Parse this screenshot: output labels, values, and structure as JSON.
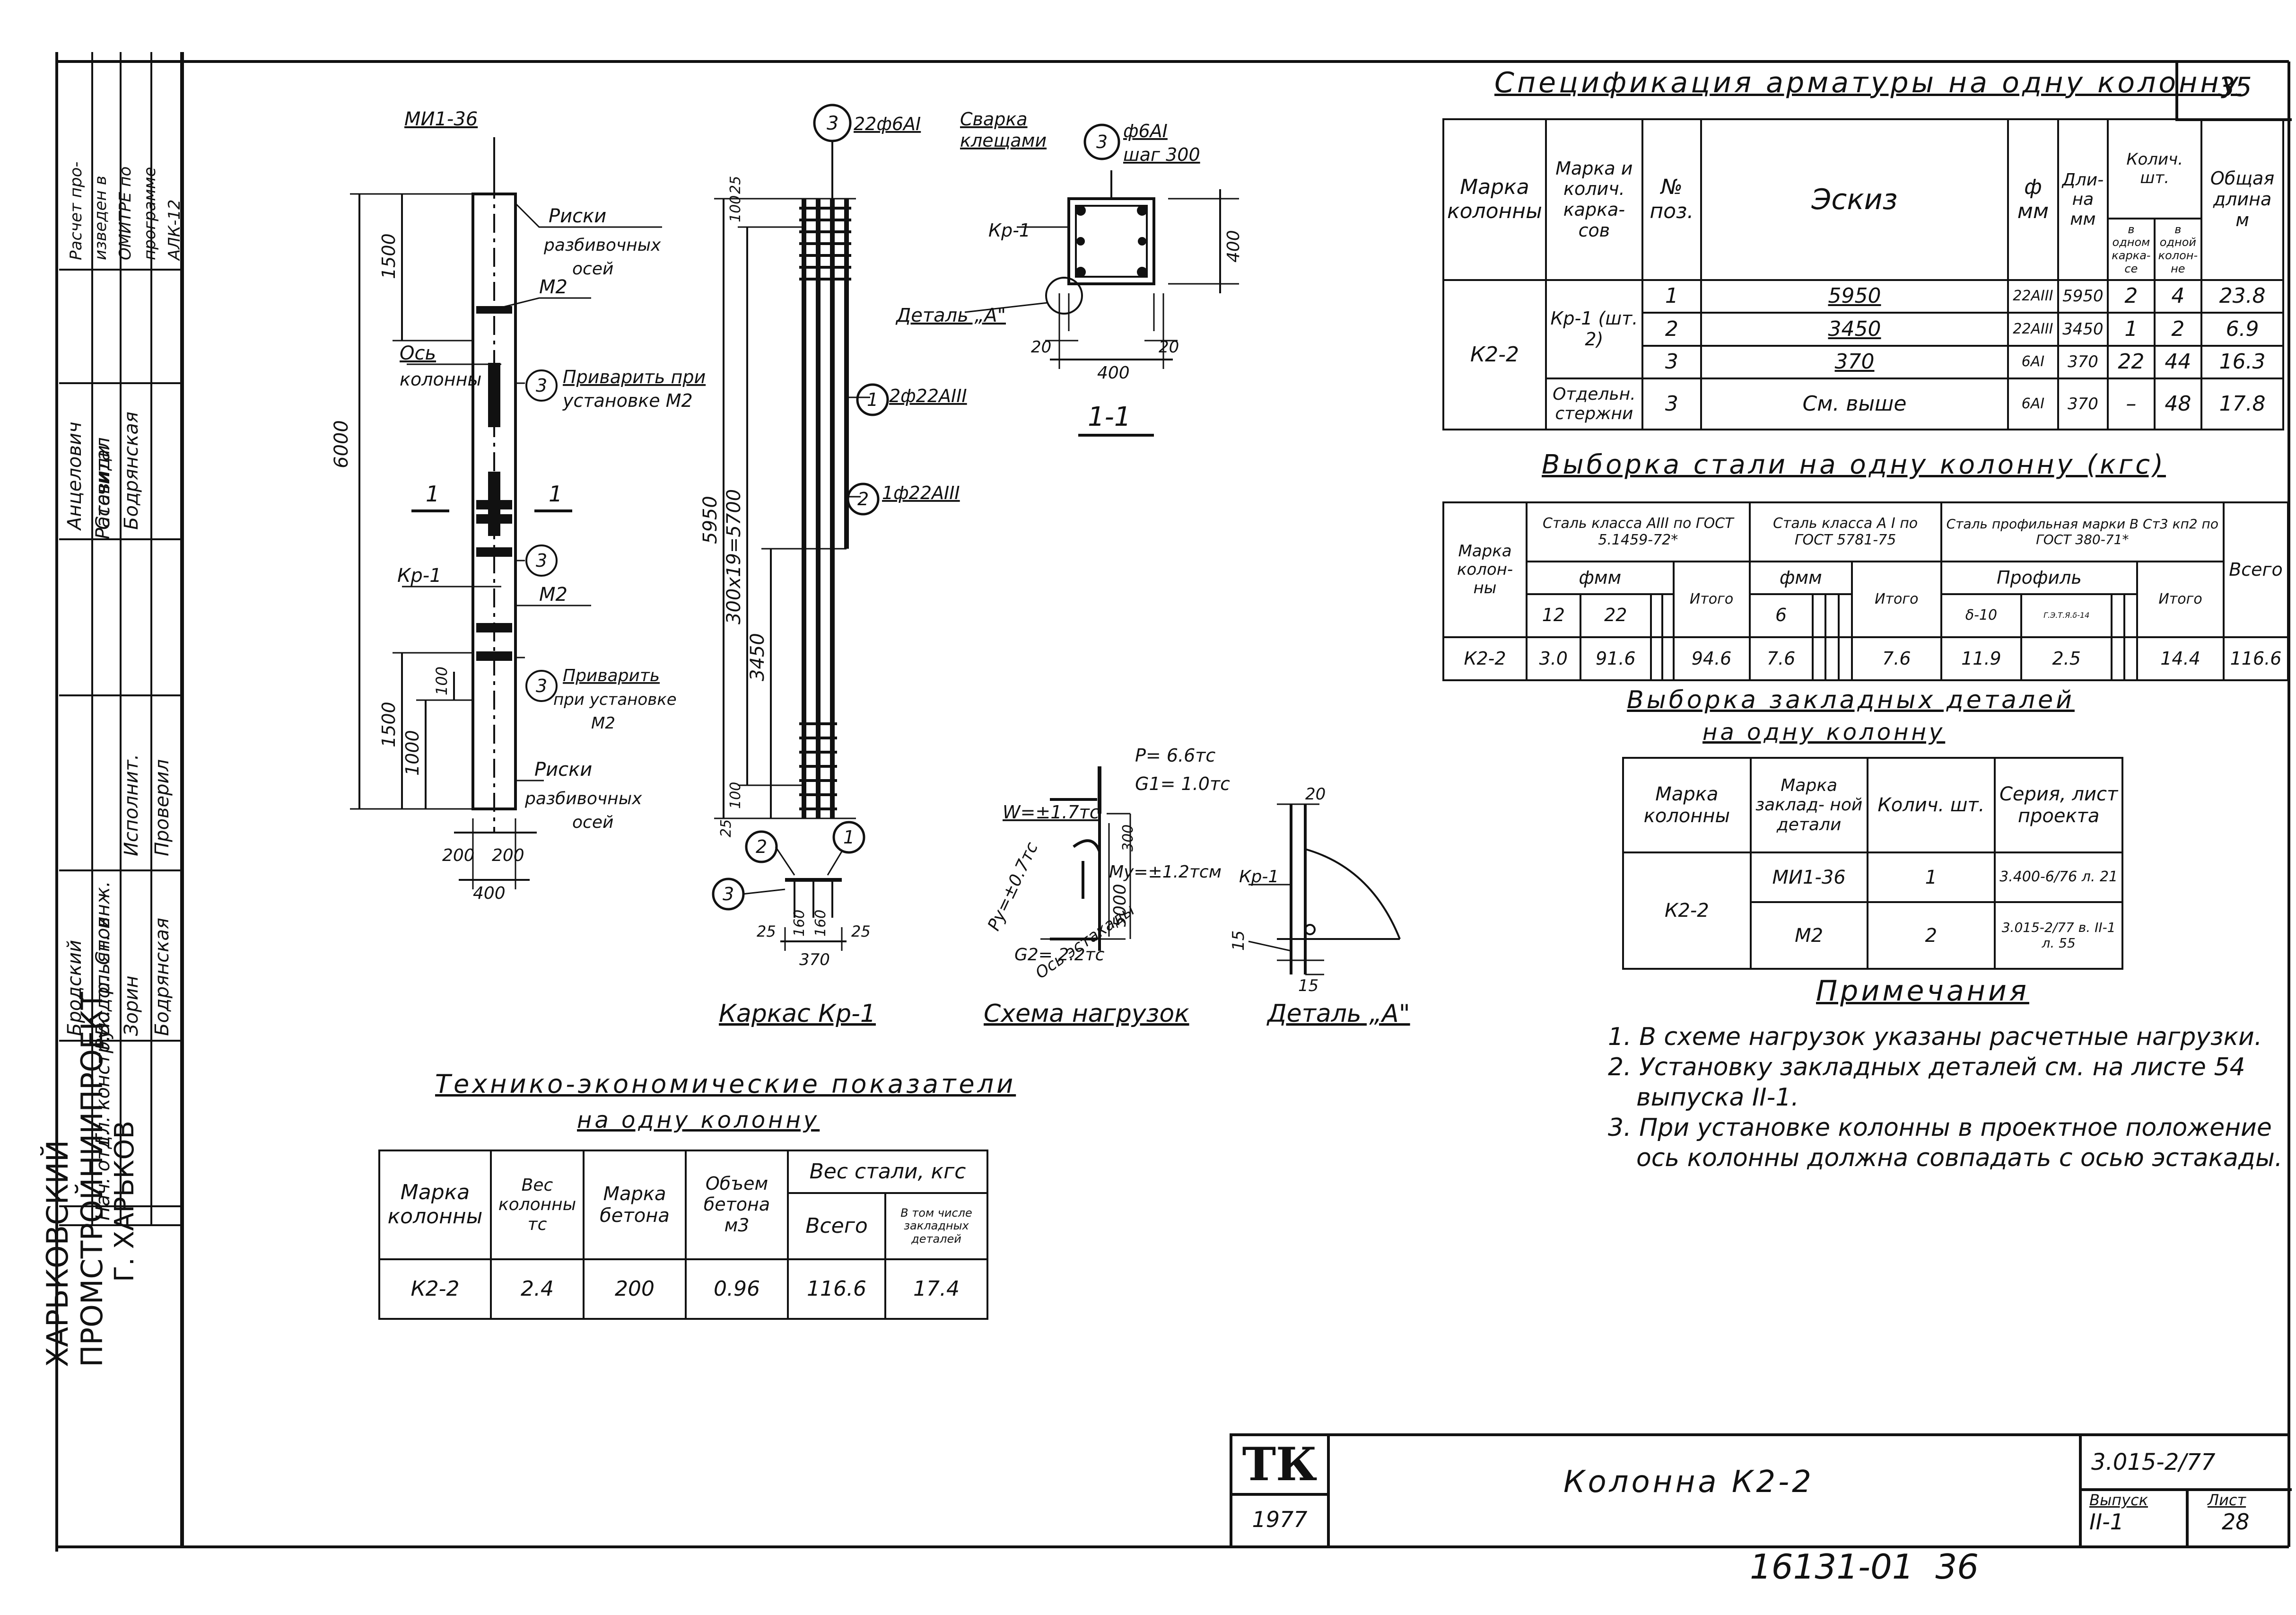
{
  "sheet_number": "35",
  "page_handwritten": "16131-01  36",
  "left_stamp": {
    "org": [
      "ХАРЬКОВСКИЙ",
      "ПРОМСТРОЙНИИПРОЕКТ",
      "Г. ХАРЬКОВ"
    ],
    "roles": [
      "Нач. отд.",
      "Гл. констр.",
      "Рук. гр.",
      "Ст. инж.",
      "Рассчитал",
      "Исполнит.",
      "Проверил"
    ],
    "names": [
      "Бродский",
      "Водопьянов",
      "Зорин",
      "Бодрянская",
      "Анцелович",
      "Ставиди",
      "Бодрянская"
    ],
    "note": [
      "Расчет про-",
      "изведен в",
      "ОМИТРЕ по",
      "программе",
      "АЛК-12"
    ]
  },
  "drawing": {
    "mi_label": "МИ1-36",
    "m2_a": "М2",
    "m2_b": "М2",
    "m2_c": "М2",
    "risks_top": [
      "Риски",
      "разбивочных",
      "осей"
    ],
    "risks_bottom": [
      "Риски",
      "разбивочных",
      "осей"
    ],
    "weld_top": [
      "Приварить при",
      "установке М2"
    ],
    "weld_bottom": [
      "Приварить",
      "при установке",
      "М2"
    ],
    "axis": [
      "Ось",
      "колонны"
    ],
    "kr1": "Кр-1",
    "section_mark": "1",
    "circle3": "3",
    "circle1": "1",
    "circle2": "2",
    "dims_col": [
      "6000",
      "1500",
      "1500",
      "1000",
      "100",
      "200",
      "200",
      "400"
    ],
    "frame_top": [
      "22ф6АI",
      "Сварка",
      "клещами"
    ],
    "frame_dims": [
      "5950",
      "300х19=5700",
      "3450",
      "100",
      "100",
      "25",
      "25"
    ],
    "frame_bars": [
      "2ф22АIII",
      "1ф22АIII"
    ],
    "frame_section_dims": [
      "25",
      "160",
      "160",
      "25",
      "370"
    ],
    "frame_title": "Каркас Кр-1",
    "s11_stirrup": [
      "ф6АI",
      "шаг 300"
    ],
    "s11_detail": "Деталь „А\"",
    "s11_dims": [
      "20",
      "400",
      "20",
      "400"
    ],
    "s11_title": "1-1",
    "loads": [
      "Р= 6.6тс",
      "G1= 1.0тс",
      "W=±1.7тс",
      "Ру=±0.7тс",
      "Му=±1.2тсм",
      "G2= 2.2тс",
      "5000",
      "300",
      "Ось эстакады"
    ],
    "loads_title": "Схема нагрузок",
    "detailA": [
      "20",
      "Кр-1",
      "15",
      "15"
    ],
    "detailA_title": "Деталь „А\""
  },
  "spec": {
    "title": "Спецификация арматуры на одну колонну",
    "headers": [
      "Марка колонны",
      "Марка и колич. карка- сов",
      "№ поз.",
      "Эскиз",
      "ф мм",
      "Дли- на мм",
      "Колич. шт.",
      "в одном карка- се",
      "в одной колон- не",
      "Общая длина м"
    ],
    "rows": [
      [
        "К2-2",
        "Кр-1 (шт. 2)",
        "1",
        "5950",
        "22АIII",
        "5950",
        "2",
        "4",
        "23.8"
      ],
      [
        "",
        "",
        "2",
        "3450",
        "22АIII",
        "3450",
        "1",
        "2",
        "6.9"
      ],
      [
        "",
        "",
        "3",
        "370",
        "6АI",
        "370",
        "22",
        "44",
        "16.3"
      ],
      [
        "",
        "Отдельн. стержни",
        "3",
        "См. выше",
        "6АI",
        "370",
        "–",
        "48",
        "17.8"
      ]
    ]
  },
  "steel": {
    "title": "Выборка стали на одну колонну (кгс)",
    "headers": [
      "Марка колон- ны",
      "Сталь класса АIII по ГОСТ 5.1459-72*",
      "Сталь класса А I по ГОСТ 5781-75",
      "Сталь профильная марки В Ст3 кп2 по ГОСТ 380-71*",
      "фмм",
      "фмм",
      "Профиль",
      "12",
      "22",
      "Итого",
      "6",
      "Итого",
      "δ-10",
      "Г.Э.Т.Я.δ-14",
      "Итого",
      "Всего"
    ],
    "row": [
      "К2-2",
      "3.0",
      "91.6",
      "94.6",
      "7.6",
      "7.6",
      "11.9",
      "2.5",
      "14.4",
      "116.6"
    ]
  },
  "embed": {
    "title": "Выборка закладных деталей",
    "subtitle": "на одну колонну",
    "headers": [
      "Марка колонны",
      "Марка заклад- ной детали",
      "Колич. шт.",
      "Серия, лист проекта"
    ],
    "rows": [
      [
        "К2-2",
        "МИ1-36",
        "1",
        "3.400-6/76 л. 21"
      ],
      [
        "",
        "М2",
        "2",
        "3.015-2/77 в. II-1 л. 55"
      ]
    ]
  },
  "notes": {
    "title": "Примечания",
    "items": [
      "1. В схеме нагрузок указаны расчетные нагрузки.",
      "2. Установку закладных деталей см. на листе 54",
      "    выпуска II-1.",
      "3. При установке колонны в проектное положение",
      "    ось колонны должна совпадать с осью эстакады."
    ]
  },
  "tech": {
    "title": "Технико-экономические показатели",
    "subtitle": "на одну колонну",
    "headers": [
      "Марка колонны",
      "Вес колонны тс",
      "Марка бетона",
      "Объем бетона м3",
      "Вес стали, кгс",
      "Всего",
      "В том числе закладных деталей"
    ],
    "row": [
      "К2-2",
      "2.4",
      "200",
      "0.96",
      "116.6",
      "17.4"
    ]
  },
  "titleblock": {
    "logo": "ТК",
    "year": "1977",
    "name": "Колонна К2-2",
    "code": "3.015-2/77",
    "issue_label": "Выпуск",
    "issue": "II-1",
    "sheet_label": "Лист",
    "sheet": "28"
  }
}
